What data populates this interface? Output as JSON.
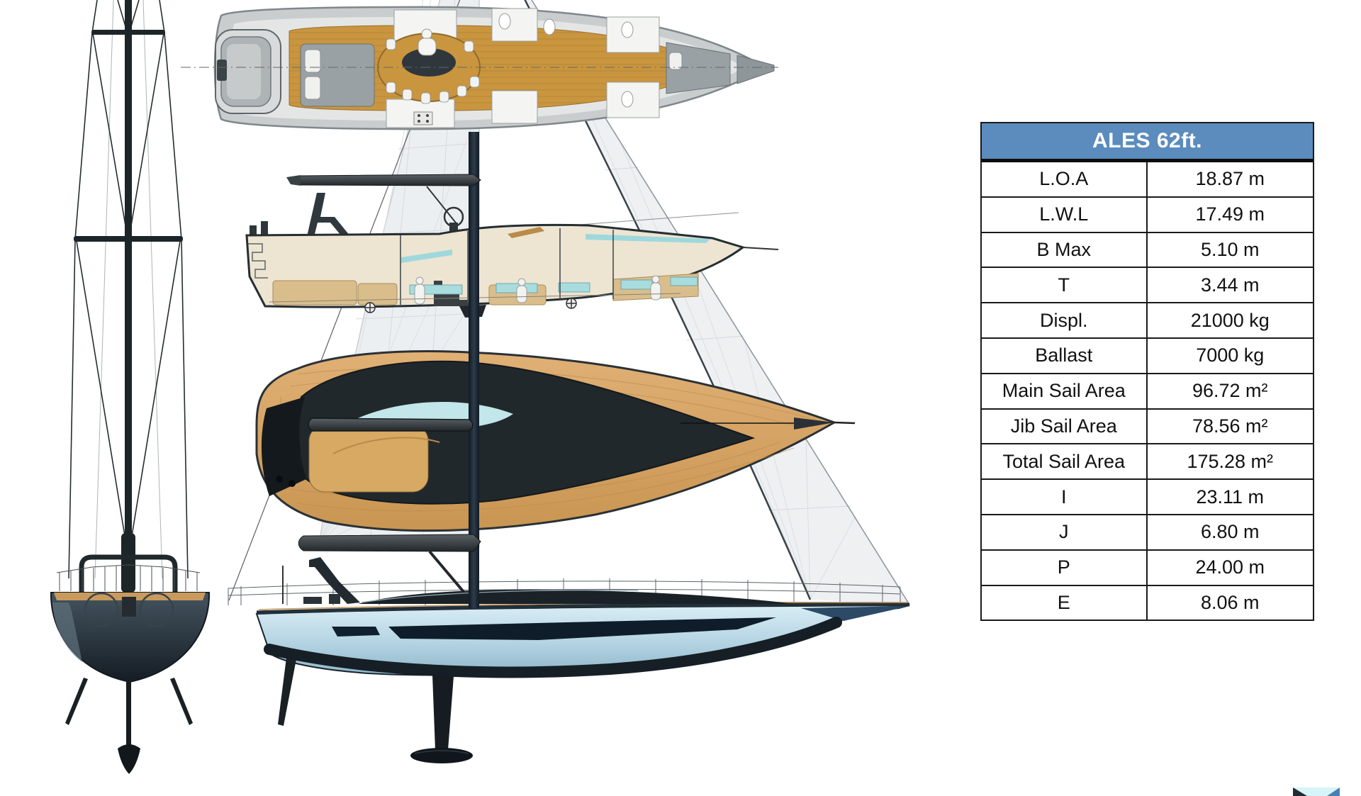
{
  "table": {
    "title": "ALES 62ft.",
    "rows": [
      {
        "label": "L.O.A",
        "value": "18.87 m"
      },
      {
        "label": "L.W.L",
        "value": "17.49 m"
      },
      {
        "label": "B Max",
        "value": "5.10 m"
      },
      {
        "label": "T",
        "value": "3.44 m"
      },
      {
        "label": "Displ.",
        "value": "21000 kg"
      },
      {
        "label": "Ballast",
        "value": "7000 kg"
      },
      {
        "label": "Main Sail Area",
        "value": "96.72 m²"
      },
      {
        "label": "Jib Sail Area",
        "value": "78.56 m²"
      },
      {
        "label": "Total Sail Area",
        "value": "175.28 m²"
      },
      {
        "label": "I",
        "value": "23.11 m"
      },
      {
        "label": "J",
        "value": "6.80 m"
      },
      {
        "label": "P",
        "value": "24.00 m"
      },
      {
        "label": "E",
        "value": "8.06 m"
      }
    ]
  },
  "colors": {
    "table_header_bg": "#5b8cbd",
    "table_border": "#1a1a1a",
    "teak_deck": "#d8a963",
    "interior_wood": "#c9953f",
    "hull_light_blue": "#bcdcea",
    "carbon_dark": "#20282c",
    "sail_gray": "#edeff1",
    "glass_cyan": "#b5e2e6",
    "interior_cream": "#ede5d2",
    "logo_navy": "#232b33",
    "logo_cyan": "#d6f5f8",
    "logo_blue": "#4a7fb5"
  },
  "drawings": [
    "front-view-rig",
    "interior-plan-view",
    "interior-profile-view",
    "deck-plan-view",
    "exterior-profile-view",
    "sail-plan",
    "brand-logo"
  ]
}
